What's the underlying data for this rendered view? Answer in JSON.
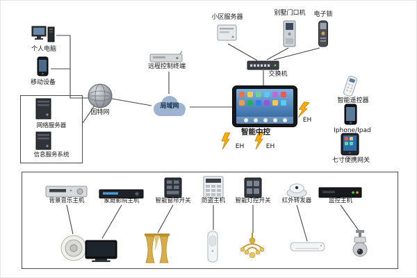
{
  "nodes": {
    "pc": "个人电脑",
    "mobile": "移动设备",
    "net_server": "网络服务器",
    "info_system": "信息服务系统",
    "internet": "因特网",
    "lan": "局域网",
    "remote_terminal": "远程控制终端",
    "community_server": "小区服务器",
    "door_station": "别墅门口机",
    "elock": "电子锁",
    "switch": "交换机",
    "central": "智能中控",
    "smart_remote": "智能遥控器",
    "iphone": "Iphone/Ipad",
    "gateway": "七寸便携网关",
    "eh": "EH"
  },
  "bottom_hosts": [
    "背景音乐主机",
    "家庭影院主机",
    "智能窗帘开关",
    "防盗主机",
    "智能灯控开关",
    "红外转发器",
    "监控主机"
  ],
  "colors": {
    "lightning": "#ffab00",
    "cloud": "#9db3cf",
    "line": "#444444",
    "screen_blue": "#3f6fa8"
  }
}
